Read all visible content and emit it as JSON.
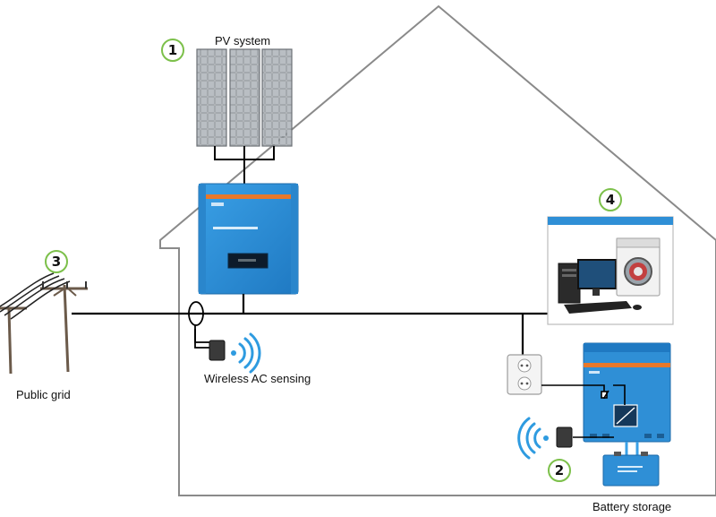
{
  "labels": {
    "pv_system": "PV system",
    "public_grid": "Public grid",
    "wireless_ac": "Wireless AC sensing",
    "battery_storage": "Battery storage"
  },
  "markers": {
    "pv": "1",
    "battery": "2",
    "grid": "3",
    "loads": "4"
  },
  "colors": {
    "inverter_blue": "#2f8fd6",
    "inverter_orange": "#e8782a",
    "marker_green": "#7cc04a",
    "panel_gray": "#a9aeb3"
  }
}
